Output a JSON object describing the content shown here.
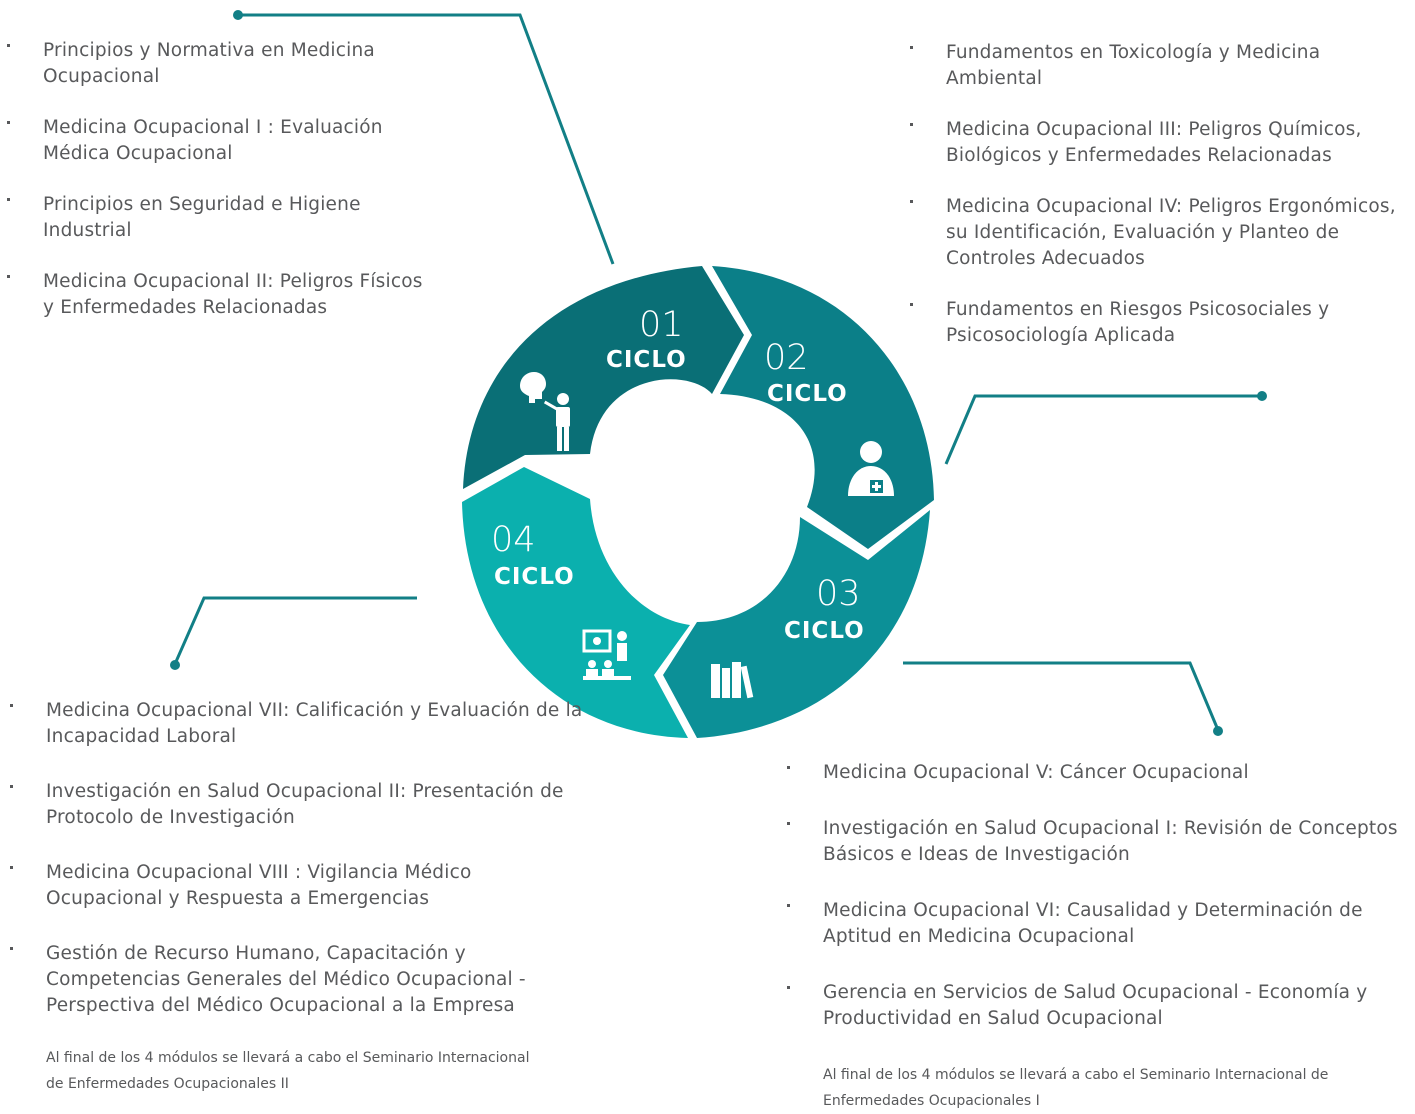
{
  "colors": {
    "ring1": "#0a6f76",
    "ring2": "#0b7f88",
    "ring3": "#0c9097",
    "ring4": "#0bb0ae",
    "connector": "#127f86",
    "text": "#58595b"
  },
  "cycles": [
    {
      "number": "01",
      "label": "CICLO",
      "icon": "teacher-brain-icon"
    },
    {
      "number": "02",
      "label": "CICLO",
      "icon": "doctor-icon"
    },
    {
      "number": "03",
      "label": "CICLO",
      "icon": "books-icon"
    },
    {
      "number": "04",
      "label": "CICLO",
      "icon": "classroom-presentation-icon"
    }
  ],
  "modules": {
    "ciclo1": [
      "Principios y Normativa en Medicina Ocupacional",
      "Medicina Ocupacional I : Evaluación Médica Ocupacional",
      "Principios  en Seguridad e Higiene Industrial",
      "Medicina Ocupacional II: Peligros Físicos y Enfermedades Relacionadas"
    ],
    "ciclo2": [
      "Fundamentos en Toxicología  y Medicina Ambiental",
      "Medicina Ocupacional III: Peligros Químicos, Biológicos y Enfermedades Relacionadas",
      "Medicina Ocupacional IV: Peligros Ergonómicos, su Identificación, Evaluación y Planteo de Controles Adecuados",
      "Fundamentos en Riesgos Psicosociales y Psicosociología Aplicada"
    ],
    "ciclo3": [
      "Medicina Ocupacional V: Cáncer Ocupacional",
      "Investigación en Salud Ocupacional I: Revisión de Conceptos Básicos e Ideas de Investigación",
      "Medicina Ocupacional VI: Causalidad y Determinación de Aptitud en Medicina Ocupacional",
      "Gerencia en Servicios de Salud Ocupacional - Economía y Productividad en Salud Ocupacional"
    ],
    "ciclo4": [
      "Medicina Ocupacional VII: Calificación y Evaluación de la Incapacidad Laboral",
      "Investigación en Salud Ocupacional II: Presentación de Protocolo de Investigación",
      "Medicina Ocupacional  VIII : Vigilancia Médico Ocupacional y Respuesta a Emergencias",
      "Gestión de Recurso Humano, Capacitación  y Competencias Generales del Médico Ocupacional - Perspectiva del Médico Ocupacional a la Empresa"
    ]
  },
  "notes": {
    "ciclo3": "Al final de los 4 módulos se llevará a cabo el Seminario Internacional de Enfermedades Ocupacionales I",
    "ciclo4": "Al final de los 4 módulos se llevará a cabo el Seminario Internacional de Enfermedades Ocupacionales II"
  }
}
